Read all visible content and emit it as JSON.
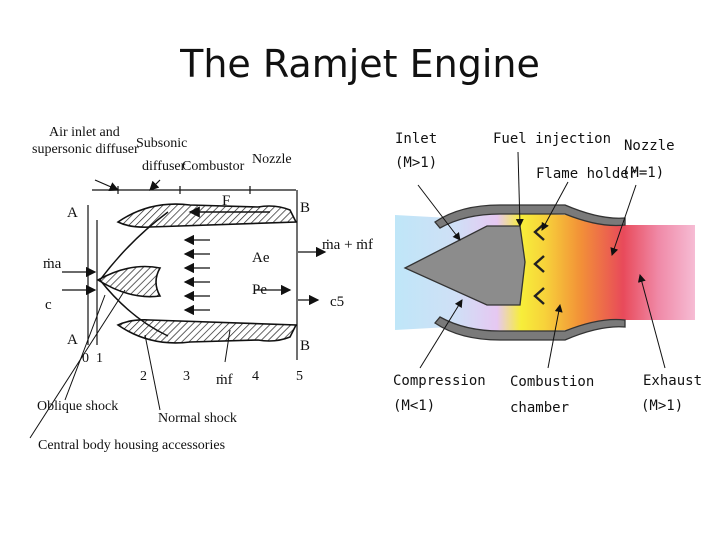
{
  "slide": {
    "title": "The Ramjet Engine"
  },
  "left_diagram": {
    "labels": {
      "air_inlet_line1": "Air inlet and",
      "air_inlet_line2": "supersonic diffuser",
      "subsonic_line1": "Subsonic",
      "subsonic_line2": "diffuser",
      "combustor": "Combustor",
      "nozzle": "Nozzle",
      "F": "F",
      "A_top": "A",
      "A_bottom": "A",
      "B_top": "B",
      "B_bottom": "B",
      "ma": "ṁa",
      "c": "c",
      "Ae": "Ae",
      "Pe": "Pe",
      "exit_flow": "ṁa + ṁf",
      "c5": "c5",
      "mf": "ṁf",
      "station_0": "0",
      "station_1": "1",
      "station_2": "2",
      "station_3": "3",
      "station_4": "4",
      "station_5": "5",
      "oblique_shock": "Oblique shock",
      "normal_shock": "Normal shock",
      "central_body": "Central body housing accessories"
    }
  },
  "right_diagram": {
    "labels": {
      "inlet": "Inlet",
      "inlet_mach": "(M>1)",
      "fuel_injection": "Fuel injection",
      "flame_holder": "Flame holder",
      "nozzle": "Nozzle",
      "nozzle_mach": "(M=1)",
      "compression": "Compression",
      "compression_mach": "(M<1)",
      "combustion_line1": "Combustion",
      "combustion_line2": "chamber",
      "exhaust": "Exhaust",
      "exhaust_mach": "(M>1)"
    },
    "colors": {
      "inlet_flow": "#bfe6f8",
      "compression": "#d8c8f4",
      "fuel_zone": "#f7ee3a",
      "combustion": "#f29038",
      "exit": "#e84a5a",
      "exhaust": "#f4a8c8",
      "centerbody": "#8c8c8c",
      "casing": "#7a7a7a"
    }
  }
}
